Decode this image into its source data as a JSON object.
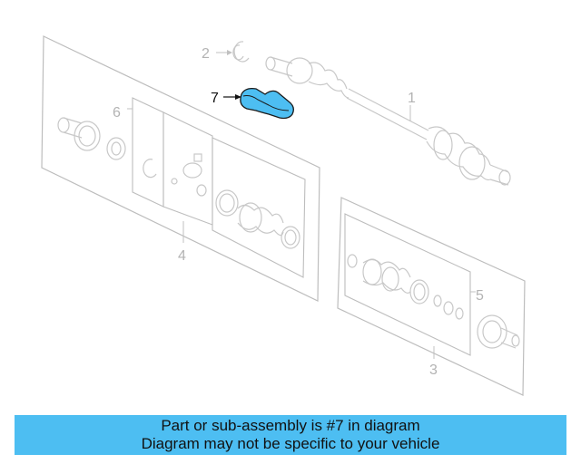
{
  "callouts": {
    "c1": "1",
    "c2": "2",
    "c3": "3",
    "c4": "4",
    "c5": "5",
    "c6": "6",
    "c7": "7"
  },
  "highlight_color": "#4dbef2",
  "banner": {
    "line1": "Part or sub-assembly is #7 in diagram",
    "line2": "Diagram may not be specific to your vehicle"
  }
}
